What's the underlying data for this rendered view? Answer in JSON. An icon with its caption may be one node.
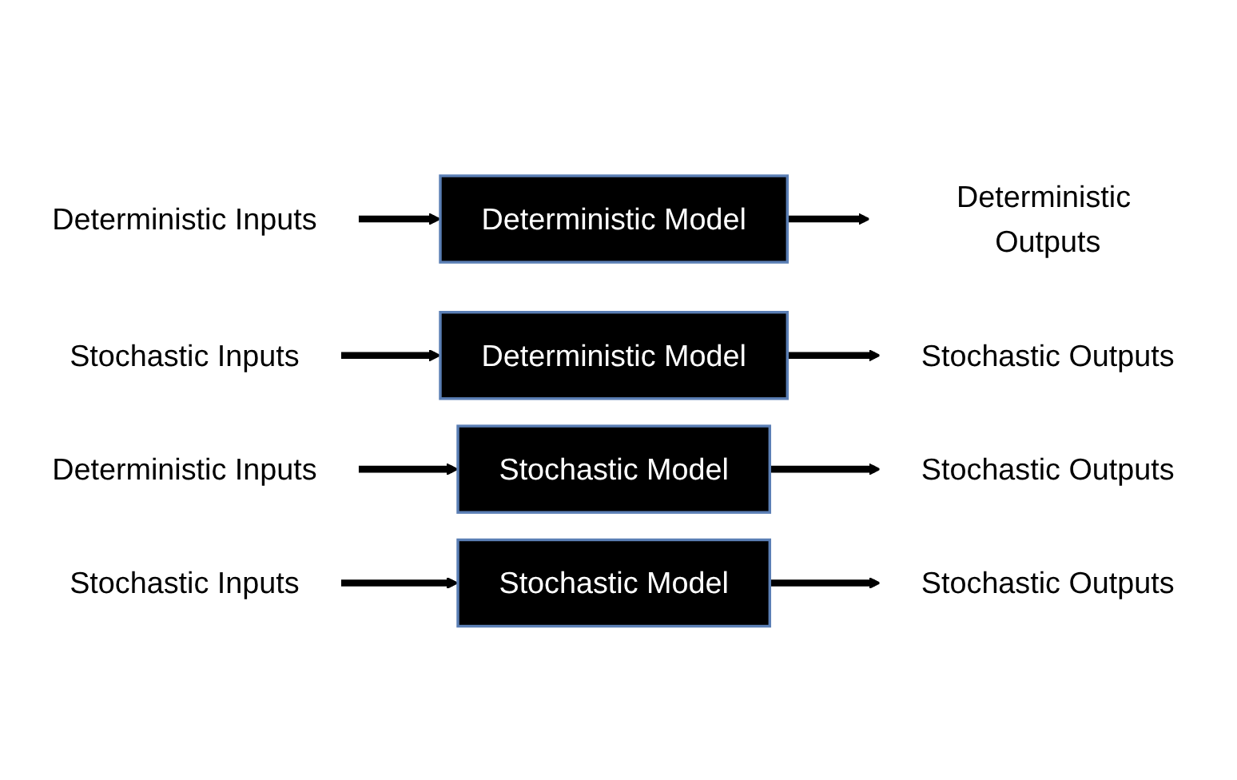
{
  "diagram": {
    "nodes": [
      {
        "text": [
          "Deterministic Inputs"
        ]
      },
      {
        "text": [
          "Deterministic Model"
        ]
      },
      {
        "text": [
          "Deterministic Outputs"
        ]
      },
      {
        "text": [
          "Stochastic Inputs"
        ]
      },
      {
        "text": [
          "Deterministic Model"
        ]
      },
      {
        "text": [
          "Stochastic Outputs"
        ]
      },
      {
        "text": [
          "Deterministic Inputs"
        ]
      },
      {
        "text": [
          "Stochastic Model"
        ]
      },
      {
        "text": [
          "Stochastic Outputs"
        ]
      },
      {
        "text": [
          "Stochastic Inputs"
        ]
      },
      {
        "text": [
          "Stochastic Model"
        ]
      },
      {
        "text": [
          "Stochastic Outputs"
        ]
      }
    ],
    "edges": [
      {
        "from": 0,
        "to": 1,
        "arrow": "to"
      },
      {
        "from": 1,
        "to": 2,
        "arrow": "to"
      },
      {
        "from": 3,
        "to": 4,
        "arrow": "to"
      },
      {
        "from": 4,
        "to": 5,
        "arrow": "to"
      },
      {
        "from": 6,
        "to": 7,
        "arrow": "to"
      },
      {
        "from": 7,
        "to": 8,
        "arrow": "to"
      },
      {
        "from": 9,
        "to": 10,
        "arrow": "to"
      },
      {
        "from": 10,
        "to": 11,
        "arrow": "to"
      }
    ]
  }
}
